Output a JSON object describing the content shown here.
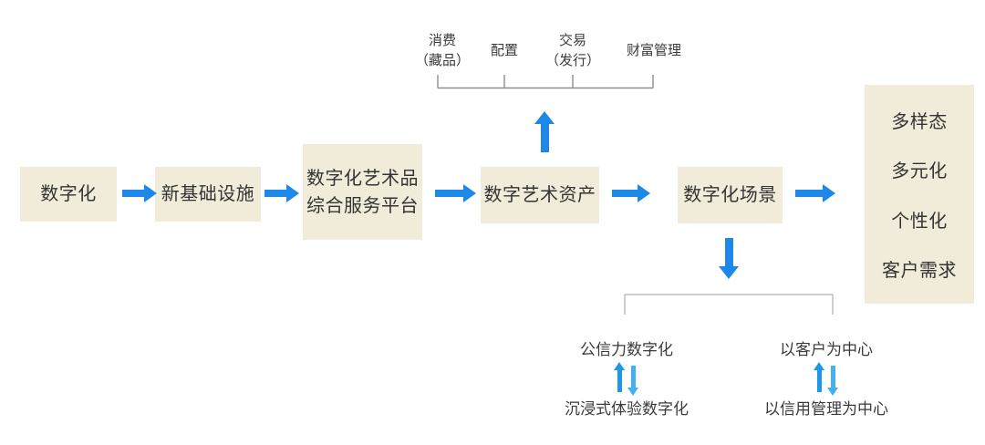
{
  "colors": {
    "background": "#ffffff",
    "node_fill": "#f0ecd9",
    "arrow_blue": "#1e88e8",
    "double_arrow_up_blue": "#1e98e6",
    "double_arrow_down_blue": "#41b1f1",
    "bracket_gray": "#8f8f8f",
    "bracket_gray_light": "#adadad",
    "text_dark": "#363636"
  },
  "icons": {
    "flow_arrow": "arrow-right",
    "branch_up_arrow": "arrow-up",
    "branch_down_arrow": "arrow-down",
    "exchange_arrows": "arrow-up-down"
  },
  "flow": {
    "nodes": [
      {
        "lines": [
          "数字化"
        ]
      },
      {
        "lines": [
          "新基础设施"
        ]
      },
      {
        "lines": [
          "数字化艺术品",
          "综合服务平台"
        ]
      },
      {
        "lines": [
          "数字艺术资产"
        ]
      },
      {
        "lines": [
          "数字化场景"
        ]
      }
    ]
  },
  "top_branch": {
    "items": [
      {
        "line1": "消费",
        "line2": "（藏品）"
      },
      {
        "line1": "配置"
      },
      {
        "line1": "交易",
        "line2": "（发行）"
      },
      {
        "line1": "财富管理"
      }
    ]
  },
  "right_panel": {
    "items": [
      "多样态",
      "多元化",
      "个性化",
      "客户需求"
    ]
  },
  "bottom_branch": {
    "pairs": [
      {
        "top": "公信力数字化",
        "bottom": "沉浸式体验数字化"
      },
      {
        "top": "以客户为中心",
        "bottom": "以信用管理为中心"
      }
    ]
  }
}
